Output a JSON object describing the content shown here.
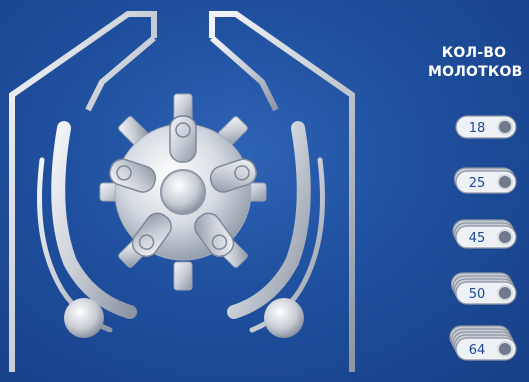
{
  "title": {
    "line1": "КОЛ-ВО",
    "line2": "МОЛОТКОВ"
  },
  "options": [
    {
      "value": "18",
      "plates": 1
    },
    {
      "value": "25",
      "plates": 2
    },
    {
      "value": "45",
      "plates": 3
    },
    {
      "value": "50",
      "plates": 4
    },
    {
      "value": "64",
      "plates": 5
    }
  ],
  "colors": {
    "background": "#1f4f9e",
    "metal": "#d9dde3",
    "metal_dark": "#8f98a6",
    "text": "#ffffff"
  }
}
